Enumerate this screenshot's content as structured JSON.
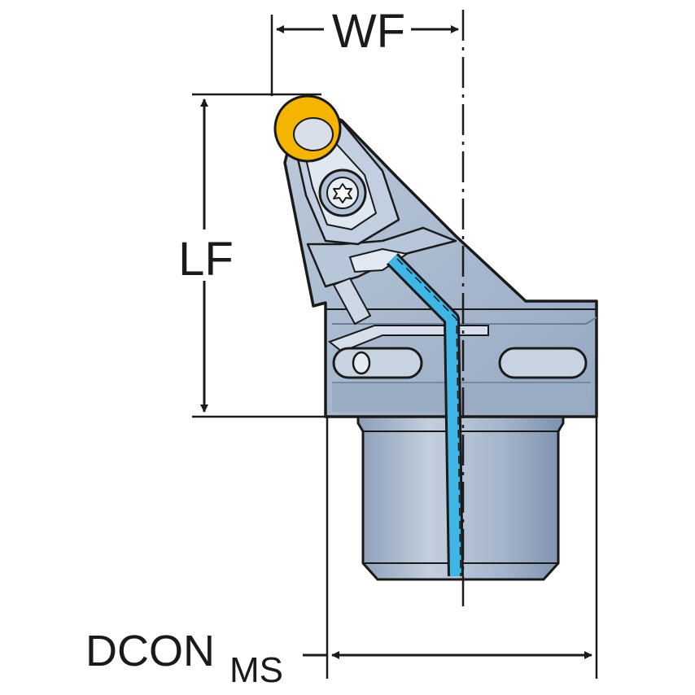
{
  "labels": {
    "wf": "WF",
    "lf": "LF",
    "dcon_main": "DCON",
    "dcon_sub": "MS"
  },
  "colors": {
    "body": "#a9b9cf",
    "body_dark": "#7f93ad",
    "body_light": "#c9d5e4",
    "shank": "#9fb0c8",
    "insert": "#f5b400",
    "coolant": "#3fb6e6",
    "outline": "#1a1a1a"
  },
  "icons": {
    "clamp_screw": "torx-screw-icon",
    "insert": "round-insert-icon"
  }
}
